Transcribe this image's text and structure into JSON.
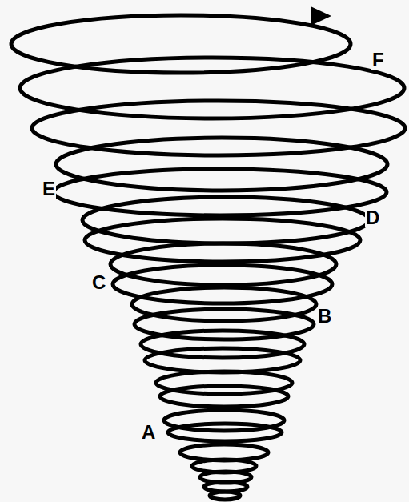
{
  "diagram": {
    "labels": [
      "F",
      "E",
      "D",
      "C",
      "B",
      "A"
    ]
  }
}
